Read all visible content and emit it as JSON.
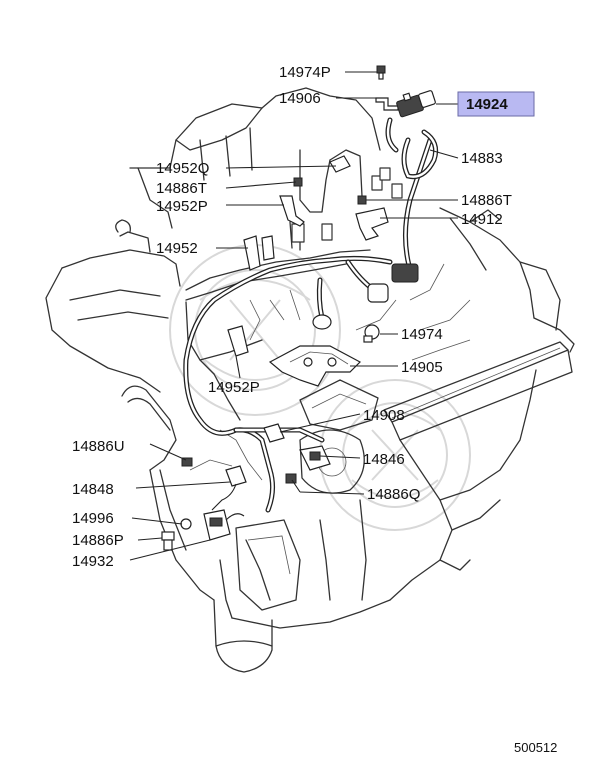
{
  "diagram": {
    "callouts": {
      "p14974P": "14974P",
      "p14906": "14906",
      "p14924": "14924",
      "p14883": "14883",
      "p14952Q": "14952Q",
      "p14886T_left": "14886T",
      "p14886T_right": "14886T",
      "p14952P_top": "14952P",
      "p14912": "14912",
      "p14952": "14952",
      "p14974": "14974",
      "p14905": "14905",
      "p14952P_mid": "14952P",
      "p14908": "14908",
      "p14886U": "14886U",
      "p14846": "14846",
      "p14848": "14848",
      "p14886Q": "14886Q",
      "p14996": "14996",
      "p14886P": "14886P",
      "p14932": "14932"
    },
    "highlight_color": "#b9b9f2",
    "highlighted_part": "14924",
    "diagram_code": "500512"
  }
}
